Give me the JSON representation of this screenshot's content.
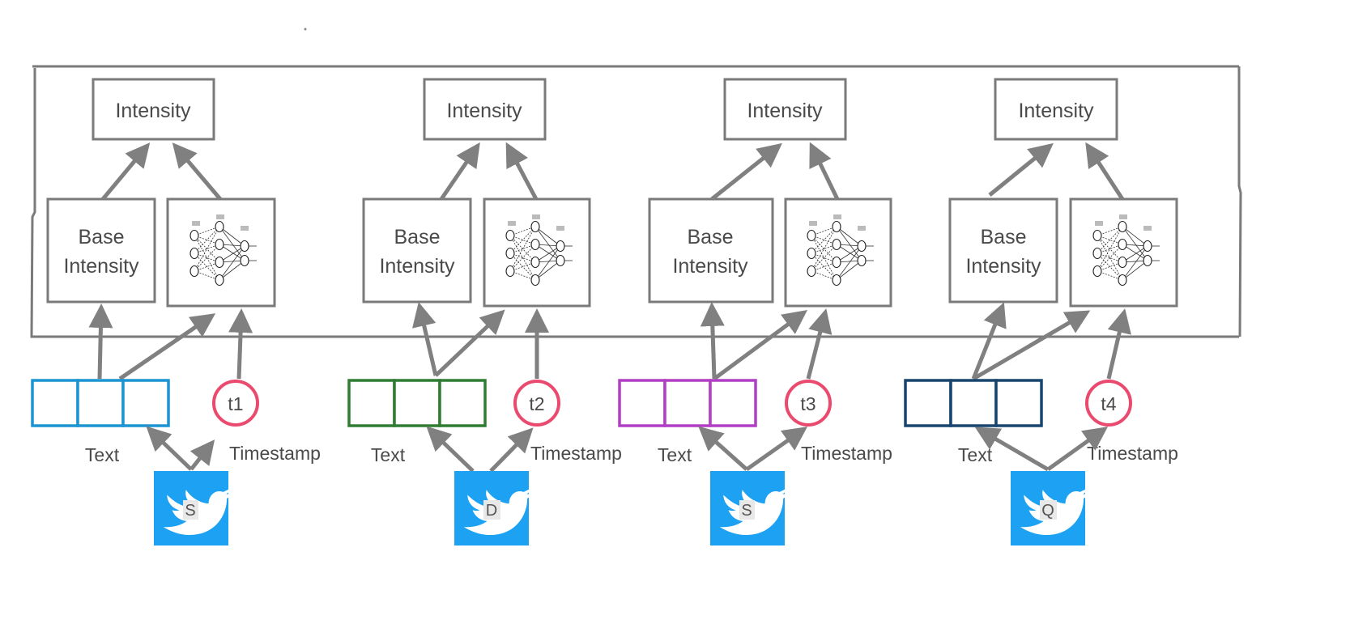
{
  "labels": {
    "intensity": "Intensity",
    "base_line1": "Base",
    "base_line2": "Intensity",
    "text": "Text",
    "timestamp": "Timestamp"
  },
  "colors": {
    "arrow": "#808080",
    "box_stroke": "#7a7a7a",
    "timestamp_circle": "#ea4a6e",
    "twitter_blue": "#1da1f2"
  },
  "columns": [
    {
      "id": "col1",
      "timestamp": "t1",
      "user": "S",
      "text_color": "#1b94d1"
    },
    {
      "id": "col2",
      "timestamp": "t2",
      "user": "D",
      "text_color": "#2e7d32"
    },
    {
      "id": "col3",
      "timestamp": "t3",
      "user": "S",
      "text_color": "#b13ec4"
    },
    {
      "id": "col4",
      "timestamp": "t4",
      "user": "Q",
      "text_color": "#17456e"
    }
  ]
}
